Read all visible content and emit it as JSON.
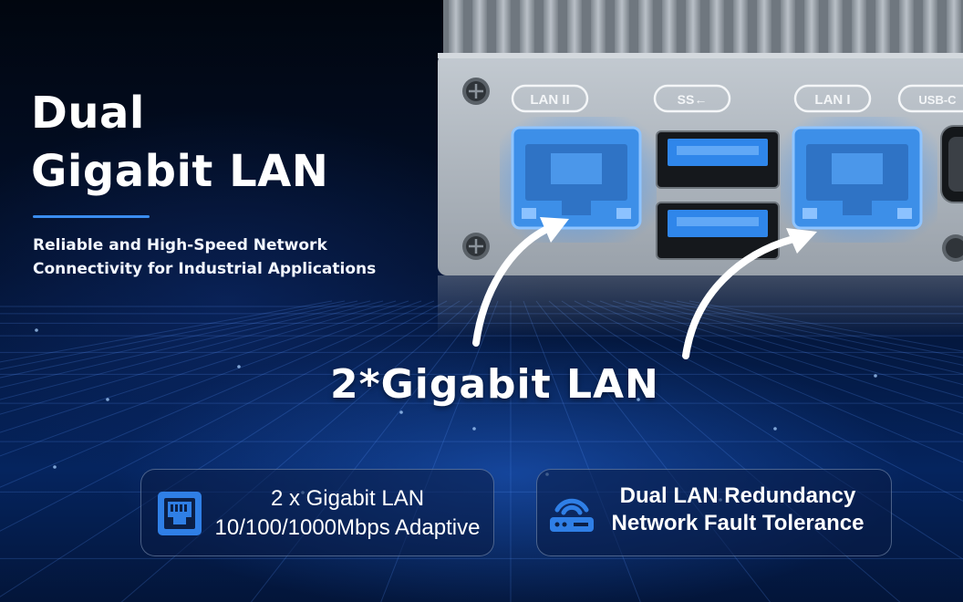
{
  "headline": {
    "line1": "Dual",
    "line2": "Gigabit LAN",
    "subtitle_line1": "Reliable and High-Speed Network",
    "subtitle_line2": "Connectivity for Industrial Applications"
  },
  "device": {
    "port_labels": [
      "LAN II",
      "SS←",
      "LAN I",
      "USB-C"
    ]
  },
  "callout": "2*Gigabit LAN",
  "features": [
    {
      "icon": "ethernet-port-icon",
      "line1": "2 x  Gigabit LAN",
      "line2": "10/100/1000Mbps Adaptive"
    },
    {
      "icon": "network-redundancy-icon",
      "line1": "Dual LAN Redundancy",
      "line2": "Network Fault Tolerance"
    }
  ],
  "colors": {
    "accent": "#3a8df0",
    "glow": "#2f8cff",
    "icon": "#2f7fe6",
    "metal": "#a7afb8"
  }
}
